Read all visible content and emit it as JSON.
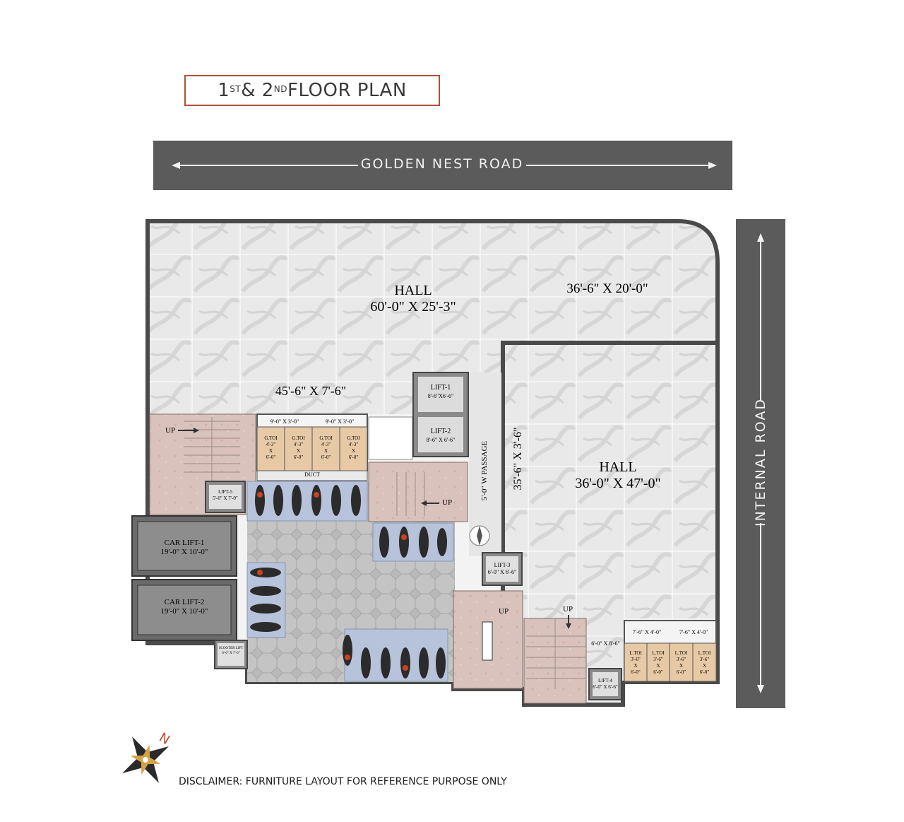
{
  "title": {
    "main_1": "1",
    "sup_1": "ST",
    "amp": " & 2",
    "sup_2": "ND",
    "rest": " FLOOR PLAN"
  },
  "roads": {
    "top": "GOLDEN NEST ROAD",
    "right": "INTERNAL ROAD"
  },
  "rooms": {
    "hall_main": {
      "name": "HALL",
      "size": "60'-0\" X 25'-3\""
    },
    "hall_top_right": {
      "size": "36'-6\" X 20'-0\""
    },
    "corridor": {
      "size": "45'-6\" X 7'-6\""
    },
    "hall_right": {
      "name": "HALL",
      "size": "36'-0\" X 47'-0\""
    },
    "passage": {
      "label": "5'-0\" W PASSAGE"
    },
    "passage_dim": {
      "size": "35'-6\" X 3'-6\""
    },
    "lift1": {
      "name": "LIFT-1",
      "size": "8'-6\"X6'-6\""
    },
    "lift2": {
      "name": "LIFT-2",
      "size": "8'-6\" X 6'-6\""
    },
    "lift3": {
      "name": "LIFT-3",
      "size": "6'-0\" X 6'-6\""
    },
    "lift4": {
      "name": "LIFT-4",
      "size": "6'-0\" X 6'-6\""
    },
    "lift5": {
      "name": "LIFT-5",
      "size": "5'-0\" X 7'-0\""
    },
    "car_lift1": {
      "name": "CAR LIFT-1",
      "size": "19'-0\" X 10'-0\""
    },
    "car_lift2": {
      "name": "CAR LIFT-2",
      "size": "19'-0\" X 10'-0\""
    },
    "scooter_lift": {
      "name": "SCOOTER LIFT",
      "size": "6'-6\" X 7'-6\""
    },
    "toilet_block_left": {
      "dim_a": "9'-0\" X 3'-0\"",
      "dim_b": "9'-0\" X 3'-0\"",
      "label": "G.TOI",
      "size_w": "4'-3\"",
      "x": "X",
      "size_h": "6'-0\""
    },
    "toilet_block_right": {
      "dim_a": "7'-6\" X 4'-0\"",
      "dim_b": "7'-6\" X 4'-0\"",
      "label": "L.TOI",
      "size_w": "3'-6\"",
      "x": "X",
      "size_h": "6'-0\""
    },
    "duct": {
      "label": "DUCT"
    },
    "small_lobby": {
      "size": "6'-0\" X 8'-6\""
    }
  },
  "markers": {
    "up": "UP"
  },
  "compass": {
    "north": "N"
  },
  "disclaimer": "DISCLAIMER: FURNITURE LAYOUT FOR REFERENCE PURPOSE ONLY",
  "colors": {
    "road": "#5b5b5b",
    "title_border": "#b0503a",
    "stair": "#d9c2bc",
    "parking": "#b8b8b8",
    "bike_bay": "#b7c2db",
    "toilet": "#e7c9a6",
    "lift": "#8a8a8a"
  }
}
